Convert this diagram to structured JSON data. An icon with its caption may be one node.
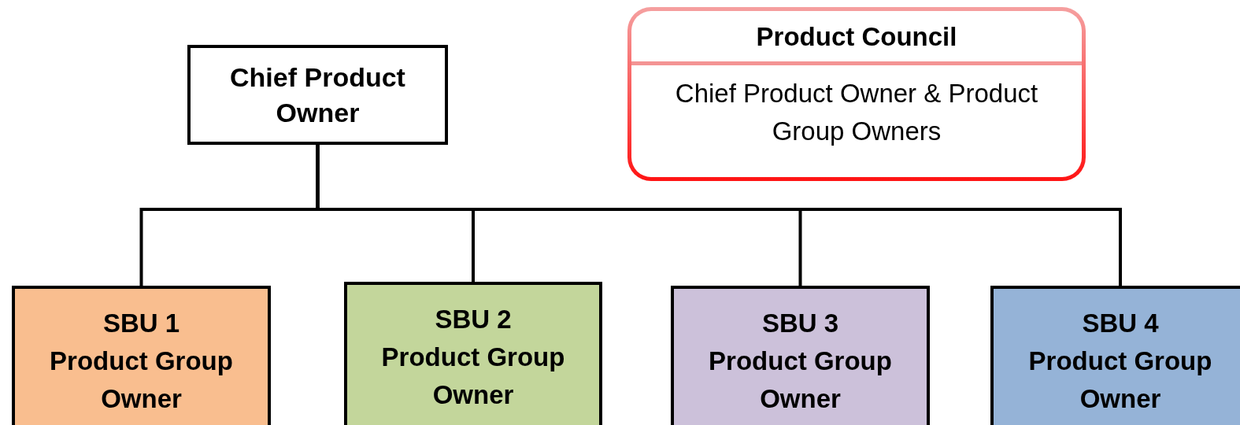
{
  "diagram": {
    "nodes": [
      {
        "text": [
          "Chief Product Owner"
        ]
      },
      {
        "text": [
          "Product Council",
          "Chief Product Owner & Product Group Owners"
        ]
      },
      {
        "text": [
          "SBU 1",
          "Product Group Owner"
        ]
      },
      {
        "text": [
          "SBU 2",
          "Product Group Owner"
        ]
      },
      {
        "text": [
          "SBU 3",
          "Product Group Owner"
        ]
      },
      {
        "text": [
          "SBU 4",
          "Product Group Owner"
        ]
      }
    ],
    "edges": [
      {
        "from": 0,
        "to": 2,
        "arrow": "none"
      },
      {
        "from": 0,
        "to": 3,
        "arrow": "none"
      },
      {
        "from": 0,
        "to": 4,
        "arrow": "none"
      },
      {
        "from": 0,
        "to": 5,
        "arrow": "none"
      }
    ]
  }
}
